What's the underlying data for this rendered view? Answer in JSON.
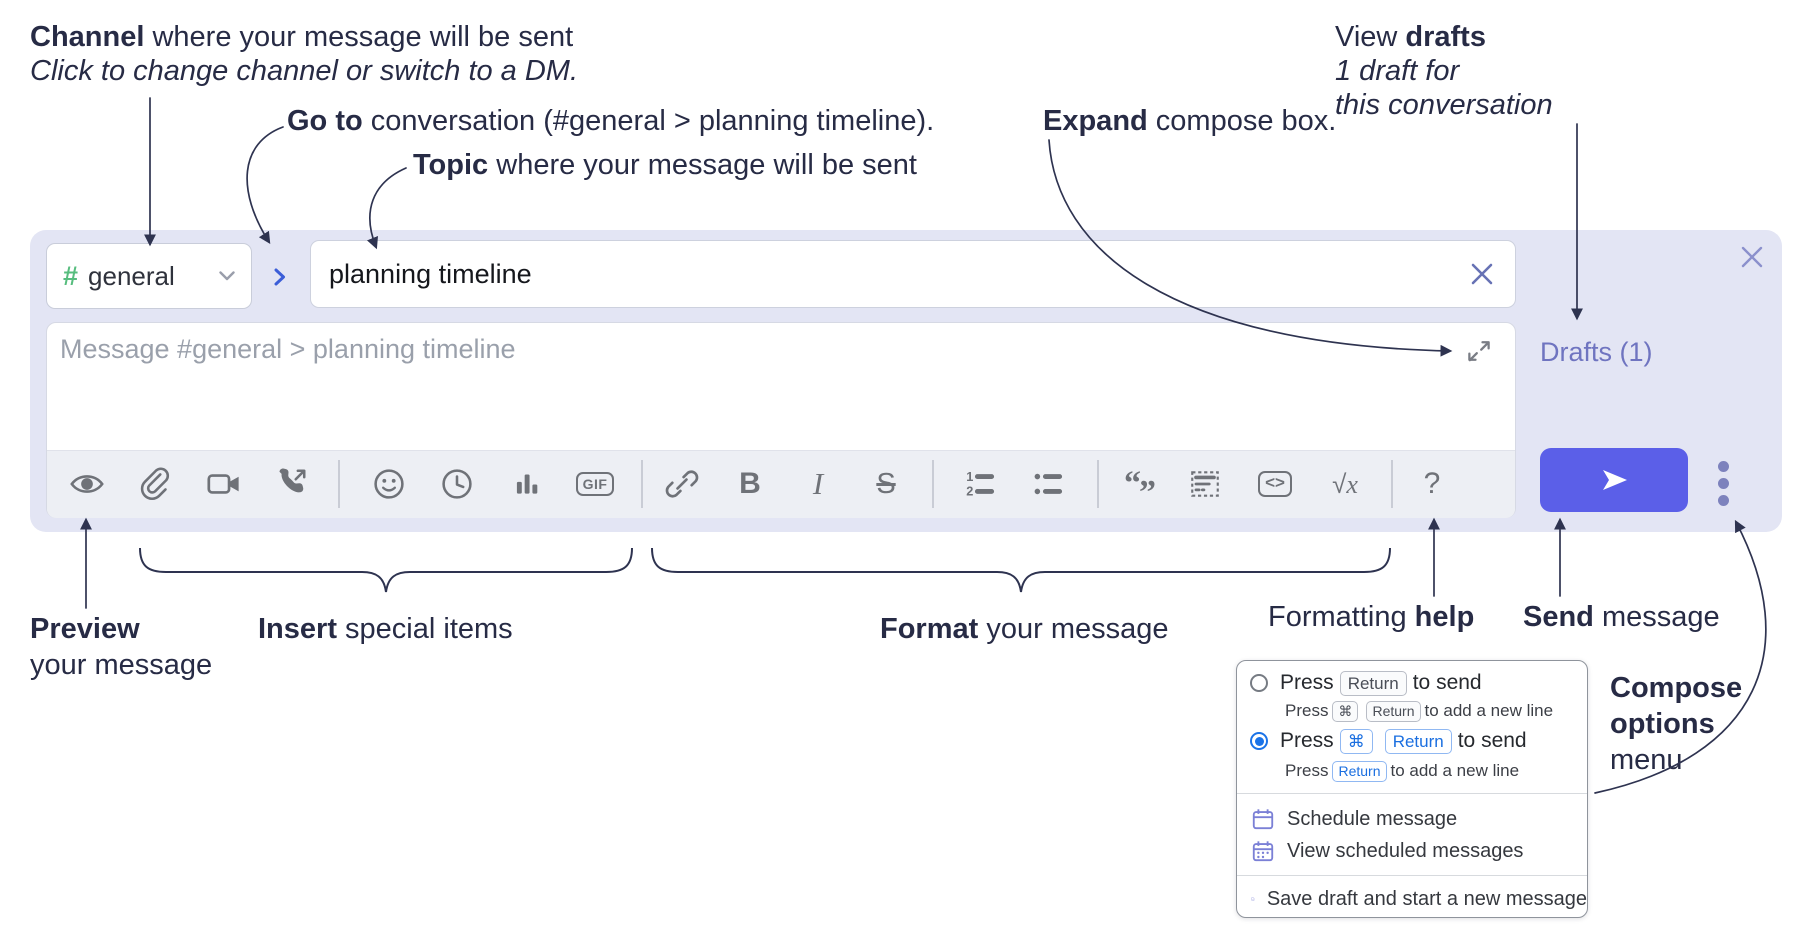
{
  "colors": {
    "accent_send": "#5b5fe8",
    "compose_bg": "#e3e5f4",
    "toolbar_bg": "#edeff4",
    "icon_gray": "#6f7278",
    "hash_green": "#57bd7e",
    "go_circle_bg": "#c5cdf6",
    "go_chevron_blue": "#3c5ed8",
    "drafts_purple": "#6f74c0",
    "annotation_ink": "#272b45",
    "key_blue": "#1a73e8",
    "menu_icon_purple": "#7b80d6"
  },
  "annotations": {
    "channel": {
      "lead": "Channel",
      "rest": " where your message will be sent",
      "sub": "Click to change channel or switch to a DM."
    },
    "goto": {
      "lead": "Go to",
      "rest": " conversation (#general > planning timeline)."
    },
    "topic": {
      "lead": "Topic",
      "rest": " where your message will be sent"
    },
    "expand": {
      "lead": "Expand",
      "rest": " compose box."
    },
    "view_drafts": {
      "pre": "View ",
      "lead": "drafts",
      "line2": "1 draft for",
      "line3": "this conversation"
    },
    "preview": {
      "lead": "Preview",
      "line2": "your message"
    },
    "insert": {
      "lead": "Insert",
      "rest": " special items"
    },
    "format": {
      "lead": "Format",
      "rest": " your message"
    },
    "formatting_help": {
      "pre": "Formatting ",
      "lead": "help"
    },
    "send": {
      "lead": "Send",
      "rest": " message"
    },
    "compose_options": {
      "line1": "Compose",
      "line2": "options",
      "line3": "menu"
    }
  },
  "compose": {
    "channel": {
      "hash": "#",
      "name": "general"
    },
    "topic_value": "planning timeline",
    "message_placeholder": "Message #general > planning timeline",
    "drafts_link": "Drafts (1)"
  },
  "toolbar": {
    "glyphs": {
      "bold": "B",
      "italic": "I",
      "strike": "S",
      "gif": "GIF",
      "code": "<>",
      "quote_open": "“",
      "quote_close": "”",
      "math_root": "√",
      "math_x": "x",
      "help": "?",
      "one": "1",
      "two": "2"
    }
  },
  "options_menu": {
    "enter_sends": {
      "pre": "Press",
      "key": "Return",
      "post": "to send",
      "sub_pre": "Press",
      "sub_key1": "⌘",
      "sub_key2": "Return",
      "sub_post": "to add a new line"
    },
    "cmd_sends": {
      "pre": "Press",
      "key1": "⌘",
      "key2": "Return",
      "post": "to send",
      "sub_pre": "Press",
      "sub_key": "Return",
      "sub_post": "to add a new line"
    },
    "items": [
      "Schedule message",
      "View scheduled messages",
      "Save draft and start a new message"
    ]
  }
}
